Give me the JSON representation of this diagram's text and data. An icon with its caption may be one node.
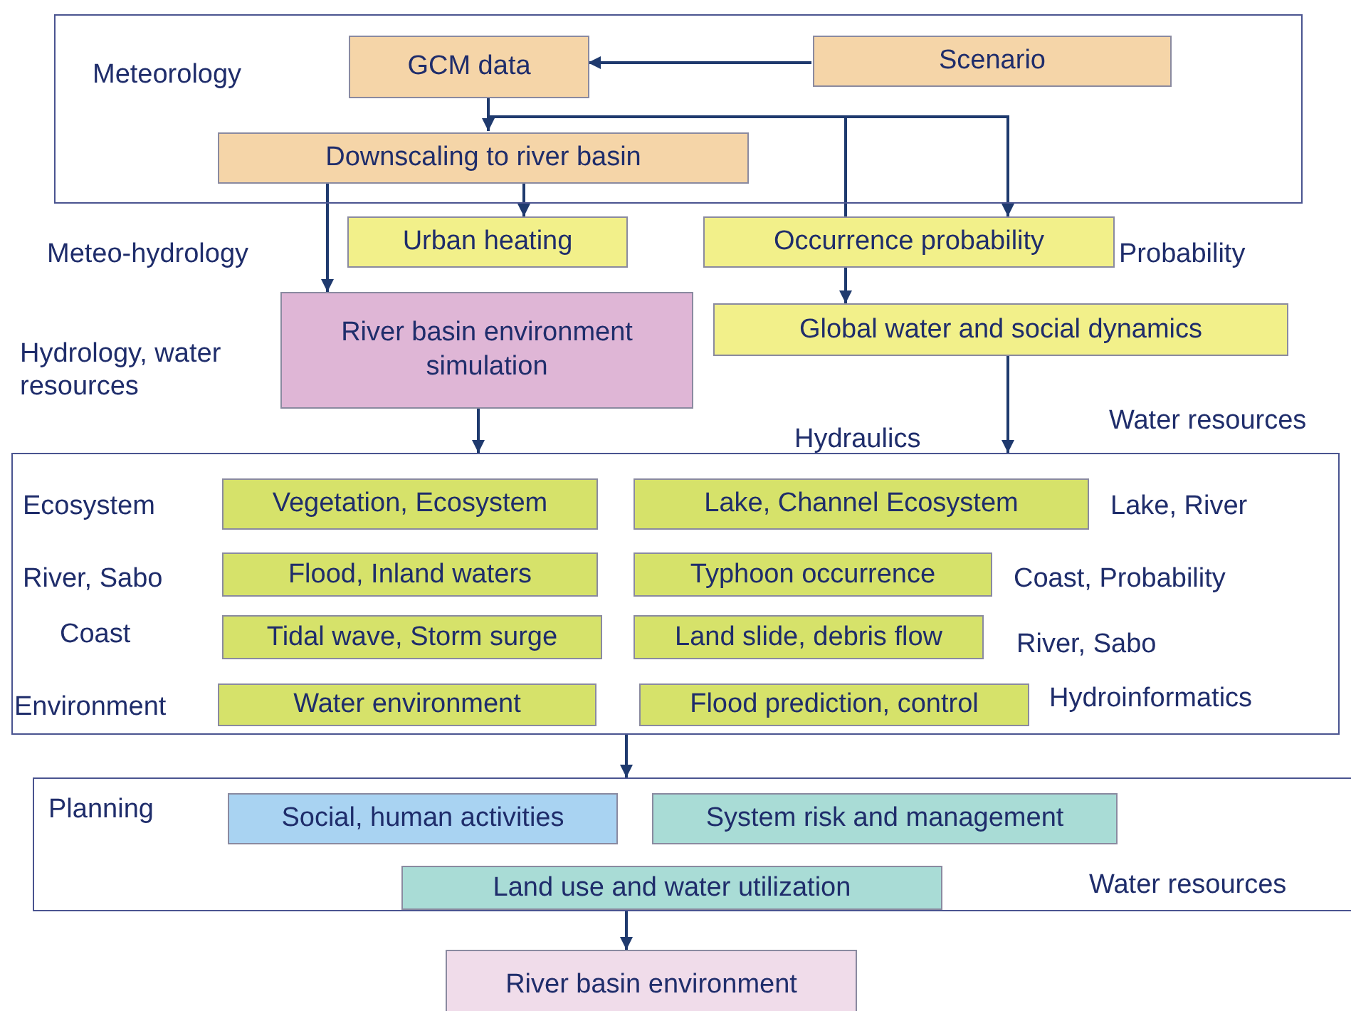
{
  "diagram": {
    "nodes": [
      {
        "text": [
          "Meteorology"
        ]
      },
      {
        "text": [
          "GCM data"
        ],
        "in": 0
      },
      {
        "text": [
          "Scenario"
        ],
        "in": 0
      },
      {
        "text": [
          "Downscaling to river basin"
        ],
        "in": 0
      },
      {
        "text": [
          "Urban heating"
        ]
      },
      {
        "text": [
          "Occurrence probability"
        ],
        "beside": [
          "Probability"
        ]
      },
      {
        "text": [
          "River basin environment simulation"
        ]
      },
      {
        "text": [
          "Global water and social dynamics"
        ]
      },
      {
        "text": [],
        "shape": "box"
      },
      {
        "text": [
          "Vegetation, Ecosystem"
        ],
        "in": 8
      },
      {
        "text": [
          "Lake, Channel Ecosystem"
        ],
        "in": 8
      },
      {
        "text": [
          "Flood, Inland waters"
        ],
        "in": 8
      },
      {
        "text": [
          "Typhoon occurrence"
        ],
        "in": 8
      },
      {
        "text": [
          "Tidal wave, Storm surge"
        ],
        "in": 8
      },
      {
        "text": [
          "Land slide, debris flow"
        ],
        "in": 8
      },
      {
        "text": [
          "Water environment"
        ],
        "in": 8
      },
      {
        "text": [
          "Flood prediction, control"
        ],
        "in": 8
      },
      {
        "text": [
          "Planning"
        ]
      },
      {
        "text": [
          "Social, human activities"
        ],
        "in": 17
      },
      {
        "text": [
          "System risk and management"
        ],
        "in": 17
      },
      {
        "text": [
          "Land use and water utilization"
        ],
        "in": 17
      },
      {
        "text": [
          "River basin environment"
        ]
      }
    ],
    "edges": [
      {
        "from": 2,
        "to": 1,
        "arrow": "to"
      },
      {
        "from": 1,
        "to": 3,
        "arrow": "to"
      },
      {
        "from": 1,
        "to": 5,
        "arrow": "to"
      },
      {
        "from": 1,
        "to": 5,
        "arrow": "none"
      },
      {
        "from": 5,
        "to": 7,
        "arrow": "to"
      },
      {
        "from": 3,
        "to": 4,
        "arrow": "to"
      },
      {
        "from": 3,
        "to": 6,
        "arrow": "to"
      },
      {
        "from": 6,
        "to": 8,
        "arrow": "to"
      },
      {
        "from": 7,
        "to": 8,
        "arrow": "to"
      },
      {
        "from": 8,
        "to": 17,
        "arrow": "to"
      },
      {
        "from": 17,
        "to": 21,
        "arrow": "to"
      }
    ],
    "labels": [
      "Meteo-hydrology",
      "Hydrology, water resources",
      "Hydraulics",
      "Water resources",
      "Ecosystem",
      "Lake, River",
      "River, Sabo",
      "Coast, Probability",
      "Coast",
      "River, Sabo",
      "Environment",
      "Hydroinformatics",
      "Water resources"
    ]
  }
}
